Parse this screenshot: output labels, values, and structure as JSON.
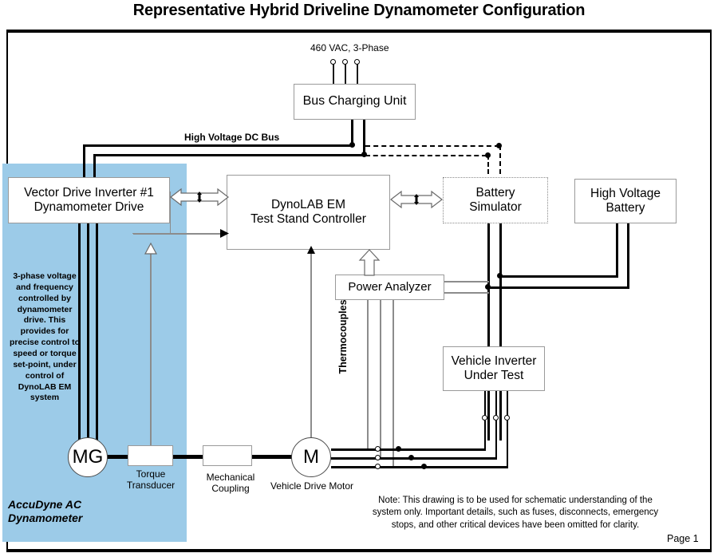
{
  "title": "Representative Hybrid Driveline Dynamometer Configuration",
  "labels": {
    "supply": "460 VAC, 3-Phase",
    "hv_dc_bus": "High Voltage DC Bus",
    "thermocouples": "Thermocouples",
    "torque_transducer": "Torque\nTransducer",
    "torque_transducer_line1": "Torque",
    "torque_transducer_line2": "Transducer",
    "mechanical_coupling_line1": "Mechanical",
    "mechanical_coupling_line2": "Coupling",
    "vehicle_drive_motor": "Vehicle Drive Motor",
    "accudyne_line1": "AccuDyne AC",
    "accudyne_line2": "Dynamometer",
    "page_number": "Page 1"
  },
  "boxes": {
    "bus_charging_unit": "Bus Charging Unit",
    "vector_drive_line1": "Vector Drive Inverter #1",
    "vector_drive_line2": "Dynamometer Drive",
    "controller_line1": "DynoLAB EM",
    "controller_line2": "Test Stand Controller",
    "battery_simulator_line1": "Battery",
    "battery_simulator_line2": "Simulator",
    "high_voltage_battery_line1": "High Voltage",
    "high_voltage_battery_line2": "Battery",
    "power_analyzer": "Power Analyzer",
    "vehicle_inverter_line1": "Vehicle Inverter",
    "vehicle_inverter_line2": "Under Test"
  },
  "machines": {
    "dynamometer_machine": "MG",
    "vehicle_motor": "M"
  },
  "blue_panel_note": "3-phase voltage and  frequency controlled by dynamometer drive. This provides for precise control to speed or torque set-point, under control of DynoLAB EM system",
  "footer_note": "Note: This drawing is to be used for schematic understanding of the system only. Important details, such as fuses, disconnects, emergency stops, and other critical devices have been omitted for clarity.",
  "colors": {
    "panel_blue": "#9ccbe8",
    "wire_black": "#000000",
    "wire_gray": "#8c8c8c",
    "box_border": "#9a9a9a",
    "background": "#ffffff"
  }
}
